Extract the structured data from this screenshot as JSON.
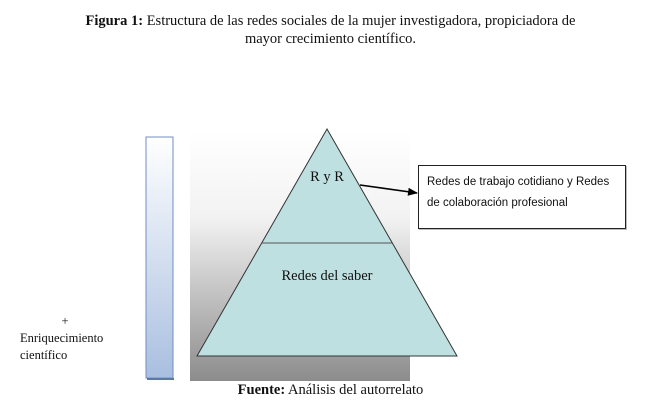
{
  "caption": {
    "label": "Figura 1:",
    "text_line1": " Estructura de las redes sociales de la mujer investigadora, propiciadora de",
    "text_line2": "mayor crecimiento científico."
  },
  "pyramid": {
    "top_label": "R y R",
    "bottom_label": "Redes del saber"
  },
  "callout": {
    "text": "Redes de trabajo cotidiano y Redes de colaboración profesional"
  },
  "side": {
    "plus": "+",
    "label": "Enriquecimiento científico"
  },
  "footer": {
    "label": "Fuente:",
    "text": " Análisis del autorrelato"
  },
  "colors": {
    "pyramid_fill": "#bfe0e0",
    "bar_top": "#ffffff",
    "bar_bottom": "#a9bfe0",
    "bg_top": "#ffffff",
    "bg_bottom": "#8c8c8c"
  }
}
